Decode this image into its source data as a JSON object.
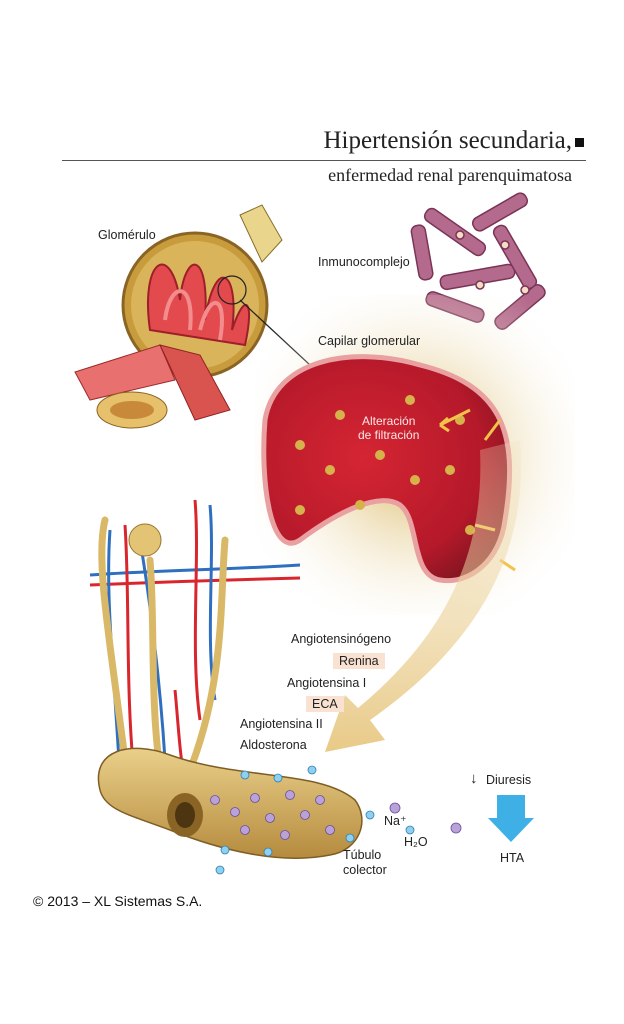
{
  "header": {
    "title": "Hipertensión secundaria,",
    "subtitle": "enfermedad renal parenquimatosa"
  },
  "labels": {
    "glomerulo": "Glomérulo",
    "inmunocomplejo": "Inmunocomplejo",
    "capilar": "Capilar glomerular",
    "alteracion_1": "Alteración",
    "alteracion_2": "de filtración",
    "angiotensinogeno": "Angiotensinógeno",
    "renina": "Renina",
    "angiotensina1": "Angiotensina I",
    "eca": "ECA",
    "angiotensina2": "Angiotensina II",
    "aldosterona": "Aldosterona",
    "diuresis": "Diuresis",
    "diuresis_arrow": "↓",
    "na": "Na⁺",
    "h2o": "H₂O",
    "hta": "HTA",
    "tubulo_1": "Túbulo",
    "tubulo_2": "colector"
  },
  "footer": {
    "copyright": "© 2013 – XL Sistemas S.A."
  },
  "colors": {
    "vessel_red": "#d8262c",
    "vessel_blue": "#2f6fc0",
    "tubule_gold": "#d9b968",
    "capillary_red": "#c81d2b",
    "immunocomplex": "#b46a8c",
    "hta_arrow": "#3fb0e6",
    "chip_bg": "#f9e2d2"
  }
}
